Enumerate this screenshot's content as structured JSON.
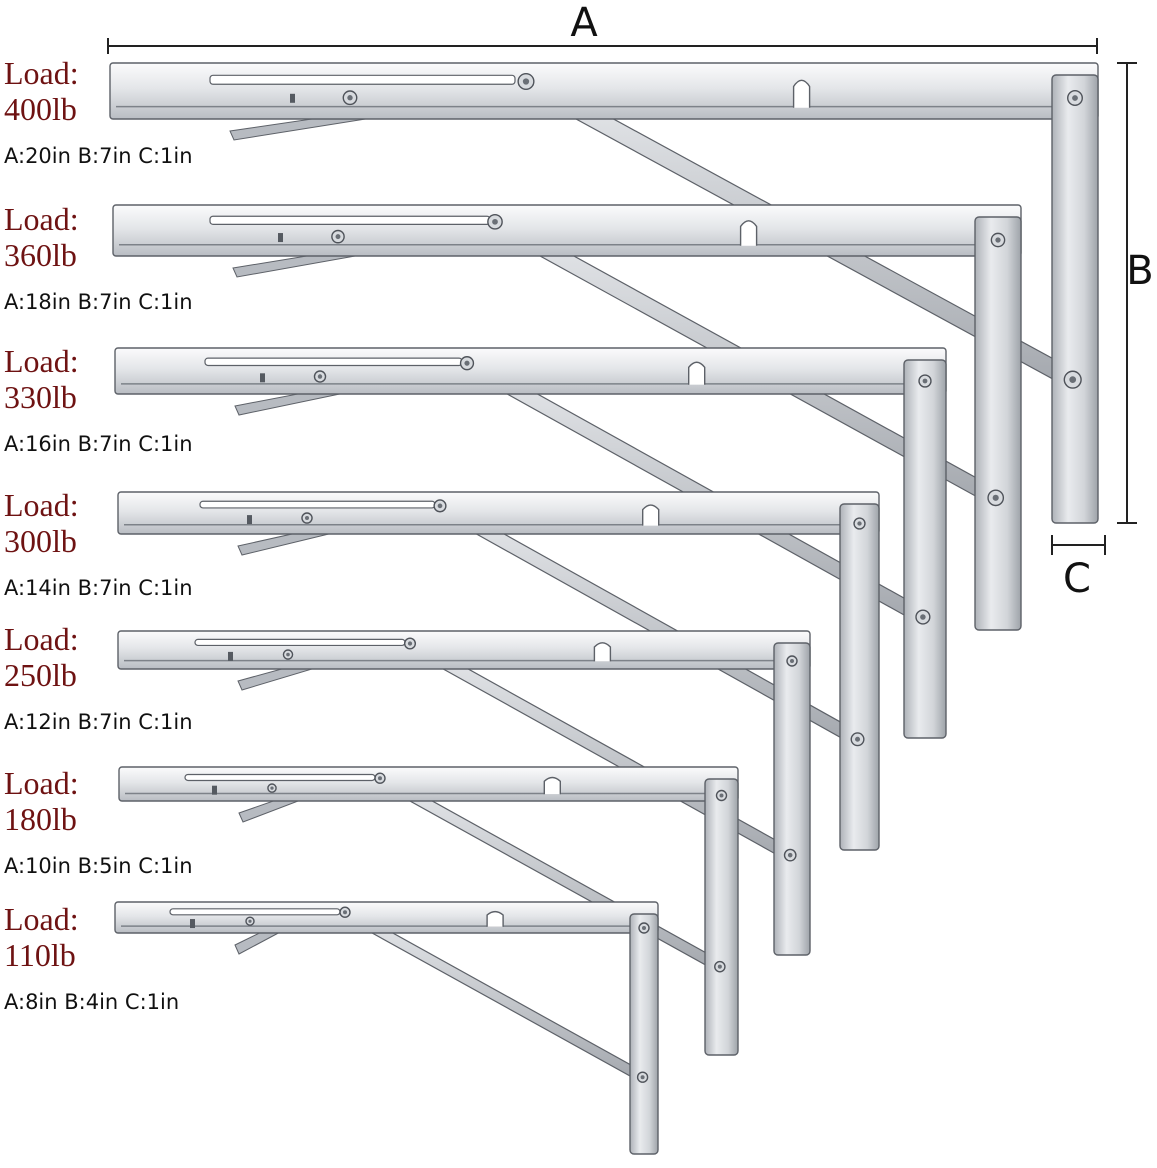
{
  "dimension_letters": {
    "a": "A",
    "b": "B",
    "c": "C"
  },
  "colors": {
    "load_text": "#6e1212",
    "steel_light": "#f1f2f4",
    "steel_mid": "#c9ccd1",
    "steel_dark": "#8d9299",
    "outline": "#5d6168"
  },
  "brackets": [
    {
      "load_label": "Load:",
      "load_value": "400lb",
      "dims": "A:20in  B:7in  C:1in"
    },
    {
      "load_label": "Load:",
      "load_value": "360lb",
      "dims": "A:18in  B:7in  C:1in"
    },
    {
      "load_label": "Load:",
      "load_value": "330lb",
      "dims": "A:16in  B:7in  C:1in"
    },
    {
      "load_label": "Load:",
      "load_value": "300lb",
      "dims": "A:14in  B:7in  C:1in"
    },
    {
      "load_label": "Load:",
      "load_value": "250lb",
      "dims": "A:12in  B:7in  C:1in"
    },
    {
      "load_label": "Load:",
      "load_value": "180lb",
      "dims": "A:10in  B:5in  C:1in"
    },
    {
      "load_label": "Load:",
      "load_value": "110lb",
      "dims": "A:8in  B:4in  C:1in"
    }
  ]
}
